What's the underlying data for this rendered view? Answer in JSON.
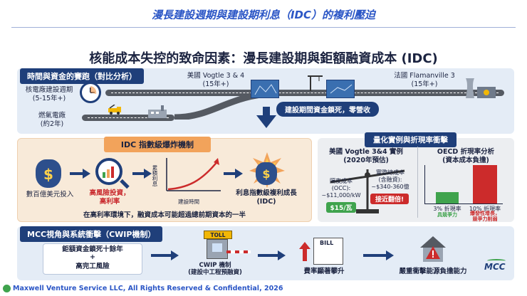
{
  "top_title": "漫長建設週期與建設期利息（IDC）的複利壓迫",
  "main_title": "核能成本失控的致命因素：漫長建設期與鉅額融資成本 (IDC)",
  "timeline": {
    "heading": "時間與資金的賽跑（對比分析）",
    "nuclear_label": "核電廠建設週期\n(5-15年+)",
    "gas_label": "燃氣電廠\n(約2年)",
    "vogtle_label": "美國 Vogtle 3 & 4\n(15年+)",
    "flamanville_label": "法國 Flamanville 3\n(15年+)",
    "capital_locked": "建設期間資金鎖死，零營收"
  },
  "idc": {
    "heading": "IDC 指數級爆炸機制",
    "investment_label": "數百億美元投入",
    "high_risk_label": "高風險投資，\n高利率",
    "y_axis_label": "累積利息",
    "x_axis_label": "建設時間",
    "explosion_label": "利息指數級複利成長\n(IDC)",
    "note": "在高利率環境下，融資成本可能超過總前期資本的一半"
  },
  "quant": {
    "heading": "量化實例與折現率衝擊",
    "vogtle_title": "美國 Vogtle 3&4 實例\n(2020年預估)",
    "occ_label": "隔夜成本\n(OCC):\n~$11,000/kW",
    "occ_tag": "$15/瓦",
    "total_label": "實際總成本\n(含融資):\n~$340-360億",
    "total_tag": "接近翻倍!",
    "oecd_title": "OECD 折現率分析\n(資本成本負擔)",
    "low_label": "3% 折現率",
    "low_sub": "具競爭力",
    "high_label": "10% 折現率",
    "high_sub": "爆發性增長，\n競爭力削弱",
    "low_color": "#3fa34d",
    "high_color": "#cc2b2b"
  },
  "mcc": {
    "heading": "MCC視角與系統衝擊（CWIP機制）",
    "lock_label": "鉅額資金鎖死十餘年",
    "plus": "+",
    "risk_label": "高完工風險",
    "toll_label": "TOLL",
    "cwip_label": "CWIP 機制\n(建設中工程預融資)",
    "bill_label": "BILL",
    "rate_label": "費率顯著攀升",
    "burden_label": "嚴重衝擊能源負擔能力",
    "logo_text": "MCC"
  },
  "footer": "Maxwell Venture Service LLC, All Rights Reserved & Confidential, 2026"
}
